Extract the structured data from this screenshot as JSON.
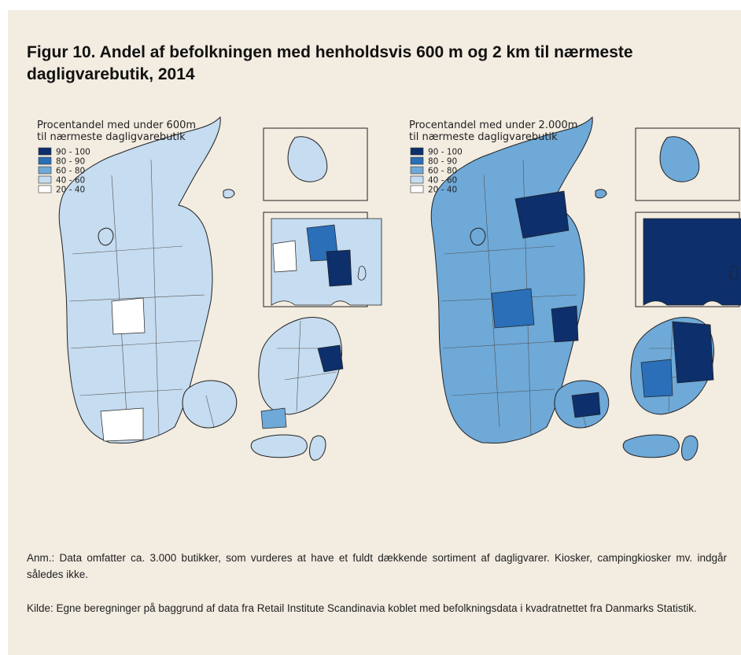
{
  "title": "Figur 10. Andel af befolkningen med henholdsvis 600 m og 2 km til nærmeste dagligvarebutik, 2014",
  "colors": {
    "panel_bg": "#f2ece1",
    "class_90_100": "#0d2f6b",
    "class_80_90": "#2a6fb7",
    "class_60_80": "#6ea9d8",
    "class_40_60": "#c6dcf0",
    "class_20_40": "#ffffff",
    "border": "#222222"
  },
  "maps": [
    {
      "legend_title_line1": "Procentandel med under 600m",
      "legend_title_line2": "til nærmeste dagligvarebutik",
      "legend": [
        {
          "label": "90 - 100",
          "color": "#0d2f6b"
        },
        {
          "label": "80 - 90",
          "color": "#2a6fb7"
        },
        {
          "label": "60 - 80",
          "color": "#6ea9d8"
        },
        {
          "label": "40 - 60",
          "color": "#c6dcf0"
        },
        {
          "label": "20 - 40",
          "color": "#ffffff"
        }
      ],
      "base_fill": "#c6dcf0",
      "inset_bornholm_fill": "#c6dcf0",
      "inset_copenhagen_fill": "#c6dcf0"
    },
    {
      "legend_title_line1": "Procentandel med under 2.000m",
      "legend_title_line2": "til nærmeste dagligvarebutik",
      "legend": [
        {
          "label": "90 - 100",
          "color": "#0d2f6b"
        },
        {
          "label": "80 - 90",
          "color": "#2a6fb7"
        },
        {
          "label": "60 - 80",
          "color": "#6ea9d8"
        },
        {
          "label": "40 - 60",
          "color": "#c6dcf0"
        },
        {
          "label": "20 - 40",
          "color": "#ffffff"
        }
      ],
      "base_fill": "#6ea9d8",
      "inset_bornholm_fill": "#6ea9d8",
      "inset_copenhagen_fill": "#0d2f6b"
    }
  ],
  "note": "Anm.: Data omfatter ca. 3.000 butikker, som vurderes at have et fuldt dækkende sortiment af dagligvarer. Kiosker, campingkiosker mv. indgår således ikke.",
  "source": "Kilde: Egne beregninger på baggrund af data fra Retail Institute Scandinavia koblet med befolkningsdata i kvadratnettet fra Danmarks Statistik."
}
